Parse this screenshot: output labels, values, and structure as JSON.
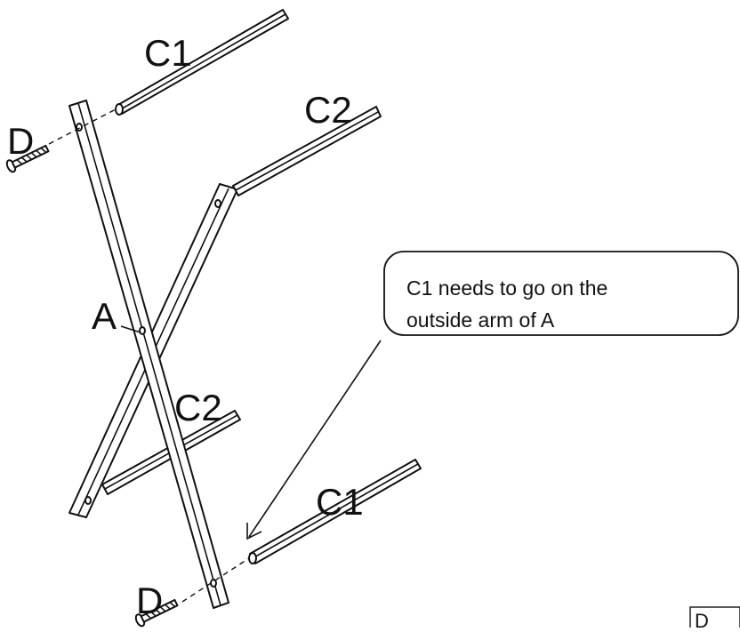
{
  "labels": {
    "c1_top": "C1",
    "c2_top": "C2",
    "d_top": "D",
    "a": "A",
    "c2_bottom": "C2",
    "c1_bottom": "C1",
    "d_bottom": "D",
    "corner_tag": "D"
  },
  "callout": {
    "line1": "C1 needs to go on  the",
    "line2": "outside arm of  A"
  }
}
